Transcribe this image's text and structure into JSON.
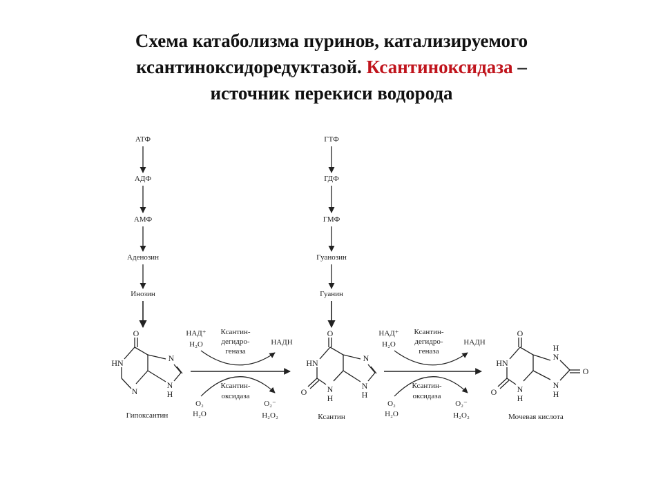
{
  "title": {
    "line1": "Схема  катаболизма  пуринов, катализируемого",
    "line2_a": "ксантиноксидоредуктазой. ",
    "line2_b": "Ксантиноксидаза",
    "line2_c": " –",
    "line3": "источник   перекиси водорода",
    "accent_color": "#c0141c"
  },
  "adenine_pathway": [
    "АТФ",
    "АДФ",
    "АМФ",
    "Аденозин",
    "Инозин"
  ],
  "guanine_pathway": [
    "ГТФ",
    "ГДФ",
    "ГМФ",
    "Гуанозин",
    "Гуанин"
  ],
  "compounds": {
    "hypoxanthine": "Гипоксантин",
    "xanthine": "Ксантин",
    "uric_acid": "Мочевая кислота"
  },
  "atoms": {
    "O": "O",
    "HN": "HN",
    "N": "N",
    "H": "H",
    "O_left": "O"
  },
  "reaction": {
    "nad_plus": "НАД⁺",
    "h2o": "H₂O",
    "enzyme_dh_1": "Ксантин-",
    "enzyme_dh_2": "дегидро-",
    "enzyme_dh_3": "геназа",
    "nadh": "НАДН",
    "enzyme_ox_1": "Ксантин-",
    "enzyme_ox_2": "оксидаза",
    "o2": "O₂",
    "o2_minus": "O₂⁻",
    "h2o2": "H₂O₂"
  }
}
